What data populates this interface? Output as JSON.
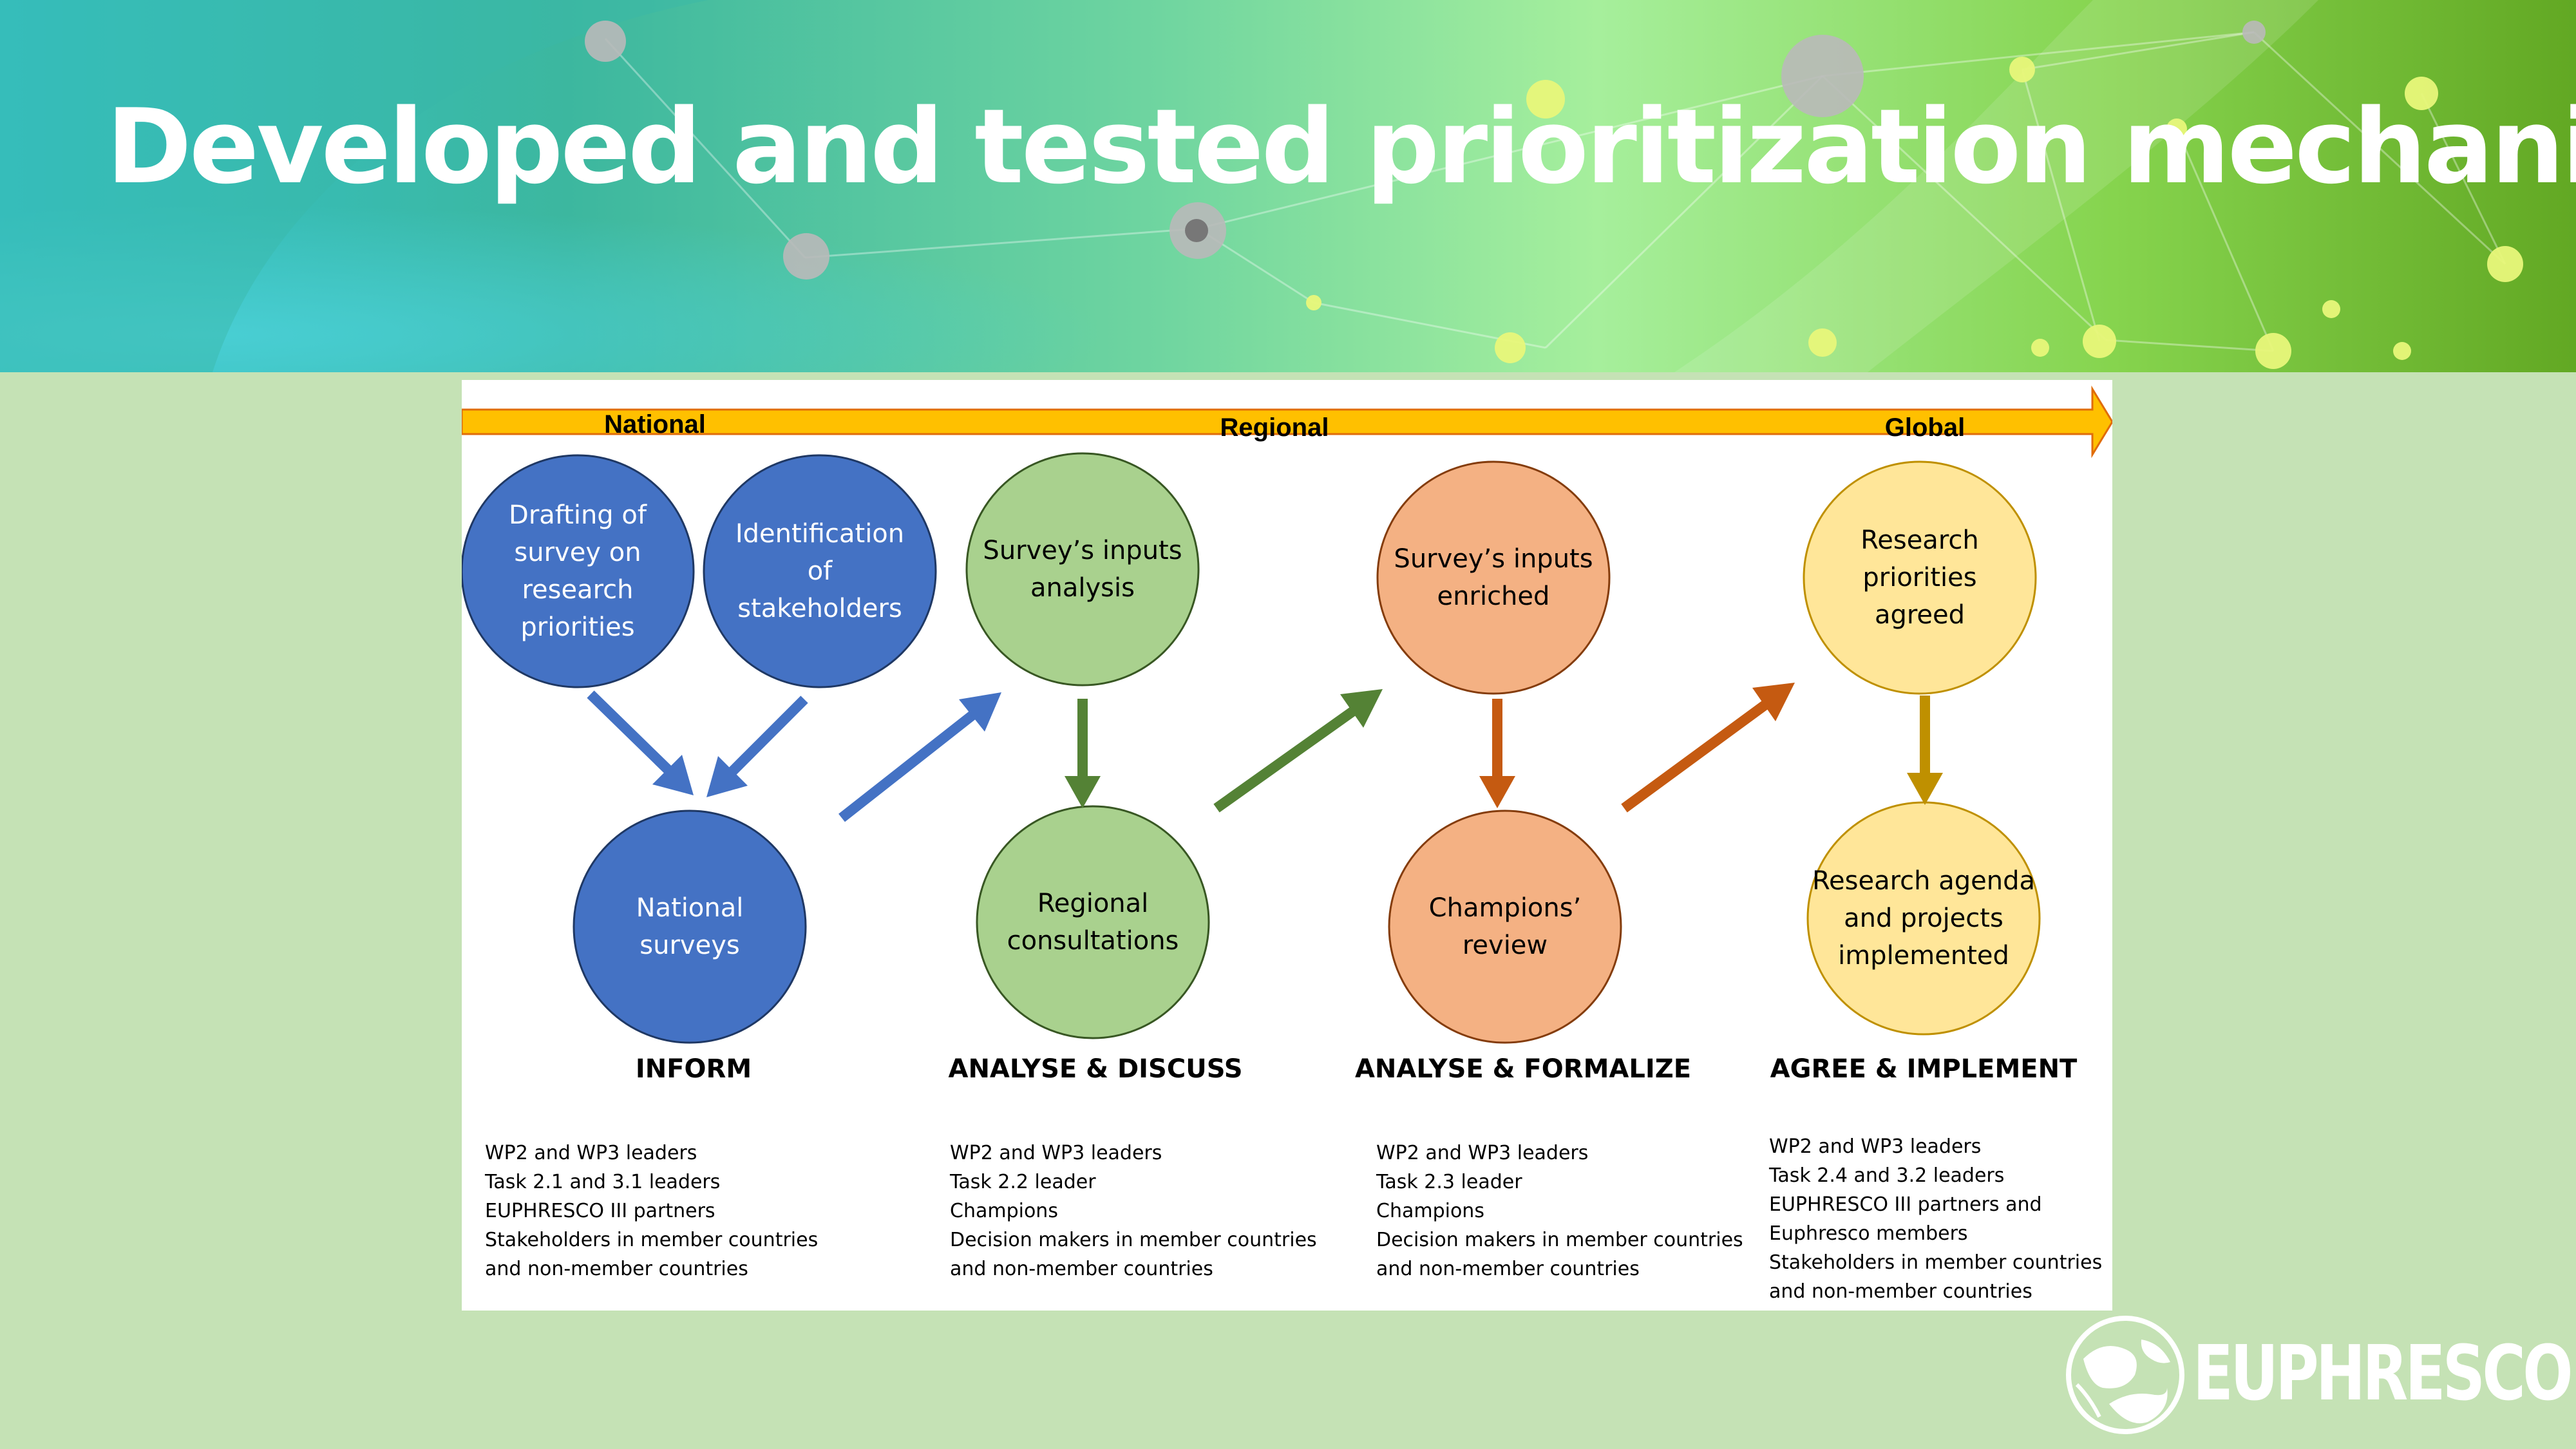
{
  "title": "Developed and tested prioritization mechanism",
  "colors": {
    "page_bg": "#c5e2b5",
    "blue": "#4472c4",
    "green": "#a9d18e",
    "green_arrow": "#548235",
    "orange": "#f4b183",
    "orange_arrow": "#c55a11",
    "yellow": "#ffe699",
    "yellow_arrow": "#bf9000",
    "scale_arrow": "#ffc000"
  },
  "scale_arrow": {
    "labels": [
      "National",
      "Regional",
      "Global"
    ]
  },
  "nodes": {
    "drafting": "Drafting of\nsurvey on\nresearch\npriorities",
    "identification": "Identification\nof\nstakeholders",
    "national_surveys": "National\nsurveys",
    "survey_analysis": "Survey’s inputs\nanalysis",
    "regional_consultations": "Regional\nconsultations",
    "survey_enriched": "Survey’s inputs\nenriched",
    "champions_review": "Champions’\nreview",
    "priorities_agreed": "Research\npriorities\nagreed",
    "agenda_implemented": "Research agenda\nand projects\nimplemented"
  },
  "phases": [
    {
      "name": "INFORM",
      "actors": [
        "WP2 and WP3 leaders",
        "Task 2.1 and 3.1 leaders",
        "EUPHRESCO III partners",
        "Stakeholders in member countries",
        "and non-member countries"
      ]
    },
    {
      "name": "ANALYSE & DISCUSS",
      "actors": [
        "WP2 and WP3 leaders",
        "Task 2.2 leader",
        "Champions",
        "Decision makers in member countries",
        "and non-member countries"
      ]
    },
    {
      "name": "ANALYSE & FORMALIZE",
      "actors": [
        "WP2 and WP3 leaders",
        "Task 2.3 leader",
        "Champions",
        "Decision makers in member countries",
        "and non-member countries"
      ]
    },
    {
      "name": "AGREE & IMPLEMENT",
      "actors": [
        "WP2 and WP3 leaders",
        "Task 2.4 and 3.2 leaders",
        "EUPHRESCO III partners and",
        "Euphresco members",
        "Stakeholders in member countries",
        "and non-member countries"
      ]
    }
  ],
  "logo": {
    "text": "EUPHRESCO III",
    "icon": "globe-leaf-icon"
  }
}
